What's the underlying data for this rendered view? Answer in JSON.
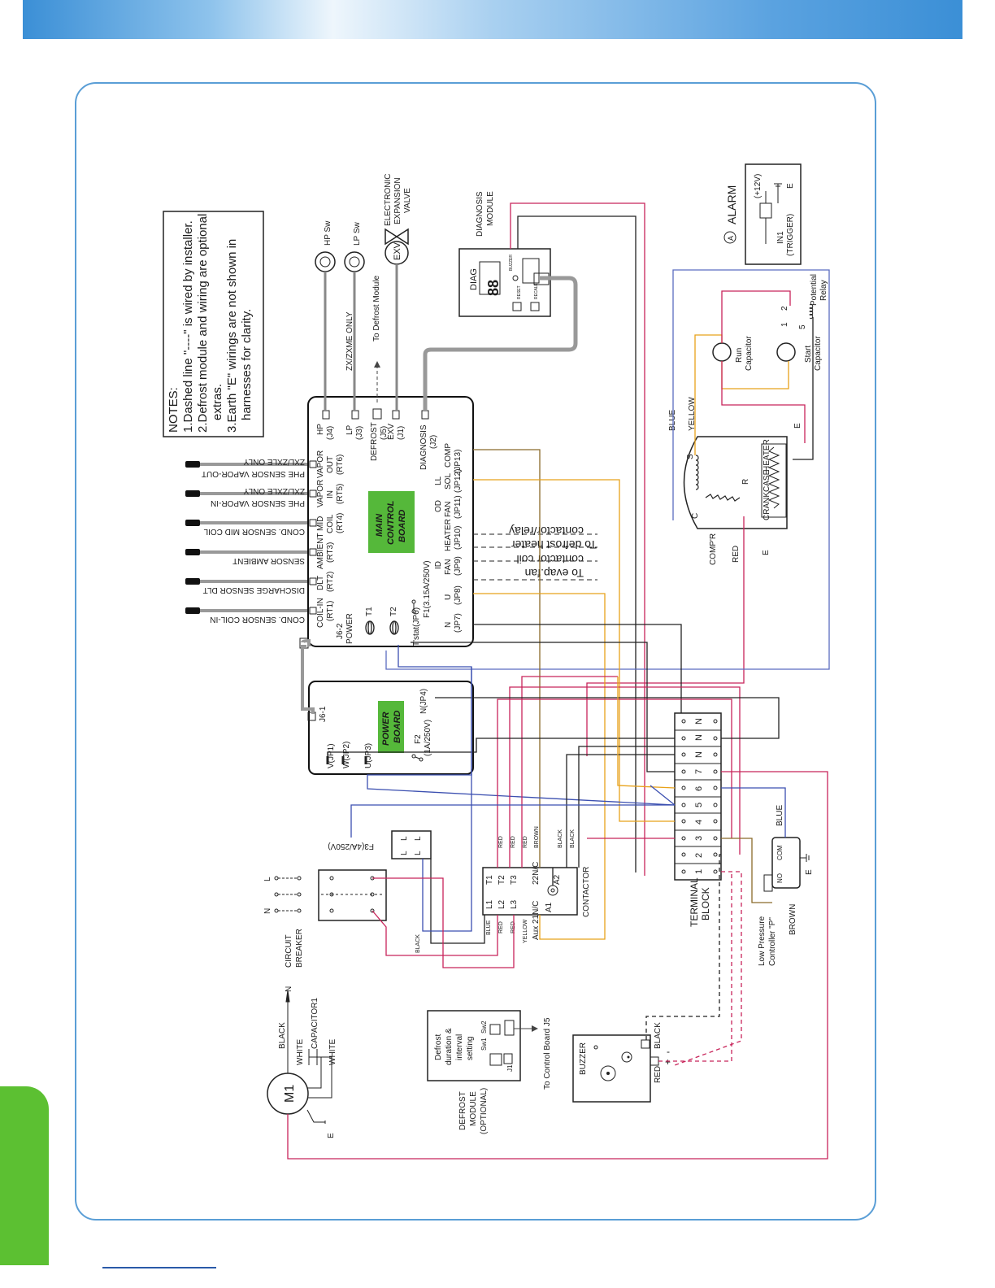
{
  "notes": {
    "title": "NOTES:",
    "line1": "1.Dashed line \"----\" is wired by installer.",
    "line2a": "2.Defrost module and wiring are optional",
    "line2b": "extras.",
    "line3a": "3.Earth \"E\" wirings are not shown  in",
    "line3b": "harnesses for clarity."
  },
  "sensors": [
    {
      "line1": "ZXL/ZXLE ONLY",
      "line2": "PHE SENSOR VAPOR-OUT",
      "port": "VAPOR",
      "port2": "OUT",
      "code": "(RT6)"
    },
    {
      "line1": "ZXL/ZXLE ONLY",
      "line2": "PHE SENSOR VAPOR-IN",
      "port": "VAPOR",
      "port2": "IN",
      "code": "(RT5)"
    },
    {
      "line1": "COND. SENSOR MID COIL",
      "line2": "",
      "port": "MID",
      "port2": "COIL",
      "code": "(RT4)"
    },
    {
      "line1": "SENSOR AMBIENT",
      "line2": "",
      "port": "AMBIENT",
      "port2": "",
      "code": "(RT3)"
    },
    {
      "line1": "DISCHARGE SENSOR DLT",
      "line2": "",
      "port": "DLT",
      "port2": "",
      "code": "(RT2)"
    },
    {
      "line1": "COND. SENSOR COIL-IN",
      "line2": "",
      "port": "COIL-IN",
      "port2": "",
      "code": "(RT1)"
    }
  ],
  "main_board": {
    "label1": "MAIN",
    "label2": "CONTROL",
    "label3": "BOARD",
    "hp": "HP",
    "hp_j": "(J4)",
    "lp": "LP",
    "lp_j": "(J3)",
    "defrost": "DEFROST",
    "defrost_j": "(J5)",
    "exv": "EXV",
    "exv_j": "(J1)",
    "diag": "DIAGNOSIS",
    "diag_j": "(J2)",
    "comp": "COMP",
    "comp_j": "(JP13)",
    "llsol1": "LL",
    "llsol2": "SOL",
    "llsol_j": "(JP12)",
    "odfan1": "OD",
    "odfan2": "FAN",
    "odfan_j": "(JP11)",
    "heater": "HEATER",
    "heater_j": "(JP10)",
    "idfan1": "ID",
    "idfan2": "FAN",
    "idfan_j": "(JP9)",
    "u": "U",
    "u_j": "(JP8)",
    "n": "N",
    "n_j": "(JP7)",
    "f1": "F1(3.15A/250V)",
    "tstat": "T'stat(JP6)",
    "t1": "T1",
    "t2": "T2",
    "j62": "J6-2",
    "power": "POWER"
  },
  "power_board": {
    "label1": "POWER",
    "label2": "BOARD",
    "j61": "J6-1",
    "v": "V(JP1)",
    "w": "W(JP2)",
    "u": "U(JP3)",
    "f2a": "F2",
    "f2b": "(1A/250V)",
    "n": "N(JP4)"
  },
  "devices": {
    "hp_sw": "HP Sw",
    "lp_sw": "LP Sw",
    "exv": "EXV",
    "exv_label1": "ELECTRONIC",
    "exv_label2": "EXPANSION",
    "exv_label3": "VALVE",
    "zx_only": "ZX/ZXME ONLY",
    "to_defrost": "To Defrost Module",
    "diag_title1": "DIAGNOSIS",
    "diag_title2": "MODULE",
    "diag": "DIAG",
    "diag_display": "88",
    "buzzer_small": "BUZZER",
    "reset": "RESET",
    "recall": "RECALL",
    "alarm_letter": "A",
    "alarm": "ALARM",
    "alarm_v": "(+12V)",
    "alarm_in1": "IN1",
    "alarm_trig": "(TRIGGER)",
    "alarm_e": "E"
  },
  "compressor": {
    "blue": "BLUE",
    "yellow": "YELLOW",
    "s": "S",
    "c": "C",
    "r": "R",
    "crankcase": "CRANKCASE",
    "heater": "HEATER",
    "label": "COMP'R",
    "red": "RED",
    "e": "E",
    "run_cap1": "Run",
    "run_cap2": "Capacitor",
    "start_cap1": "Start",
    "start_cap2": "Capacitor",
    "pot1": "Potential",
    "pot2": "Relay",
    "n2": "2",
    "n1": "1",
    "n5": "5"
  },
  "notes_lines": {
    "evap": "To evap.fan",
    "evap2": "contactor coil",
    "defrost": "To defrost heater",
    "defrost2": "contactor/relay"
  },
  "terminal_block": {
    "title1": "TERMINAL",
    "title2": "BLOCK",
    "terms": [
      "N",
      "N",
      "N",
      "7",
      "6",
      "5",
      "4",
      "3",
      "2",
      "1"
    ]
  },
  "lpc": {
    "com": "COM",
    "no": "NO",
    "e": "E",
    "blue": "BLUE",
    "brown": "BROWN",
    "label1": "Low Pressure",
    "label2": "Controller \"P\""
  },
  "contactor": {
    "label": "CONTACTOR",
    "l1": "L1",
    "l2": "L2",
    "l3": "L3",
    "t1": "T1",
    "t2": "T2",
    "t3": "T3",
    "a1": "A1",
    "a2": "A2",
    "aux21": "Aux 21N/C",
    "aux22": "22N/C",
    "red": "RED",
    "brown": "BROWN",
    "black": "BLACK",
    "blue": "BLUE",
    "yellow": "YELLOW"
  },
  "breaker": {
    "title1": "CIRCUIT",
    "title2": "BREAKER",
    "l": "L",
    "n": "N",
    "f3": "F3(4A/250V)",
    "tl": "L",
    "tl2": "L",
    "black": "BLACK"
  },
  "fan_motor": {
    "m1": "M1",
    "black": "BLACK",
    "white1": "WHITE",
    "white2": "WHITE",
    "capacitor": "CAPACITOR1",
    "n": "N",
    "e": "E"
  },
  "defrost_module": {
    "t1": "Defrost",
    "t2": "duration &",
    "t3": "interval",
    "t4": "setting",
    "sw1": "Sw1",
    "sw2": "Sw2",
    "j1": "J1",
    "label1": "DEFROST",
    "label2": "MODULE",
    "label3": "(OPTIONAL)",
    "to_board": "To Control Board J5"
  },
  "buzzer": {
    "label": "BUZZER",
    "black": "BLACK",
    "red": "RED",
    "plus": "+",
    "minus": "-"
  }
}
